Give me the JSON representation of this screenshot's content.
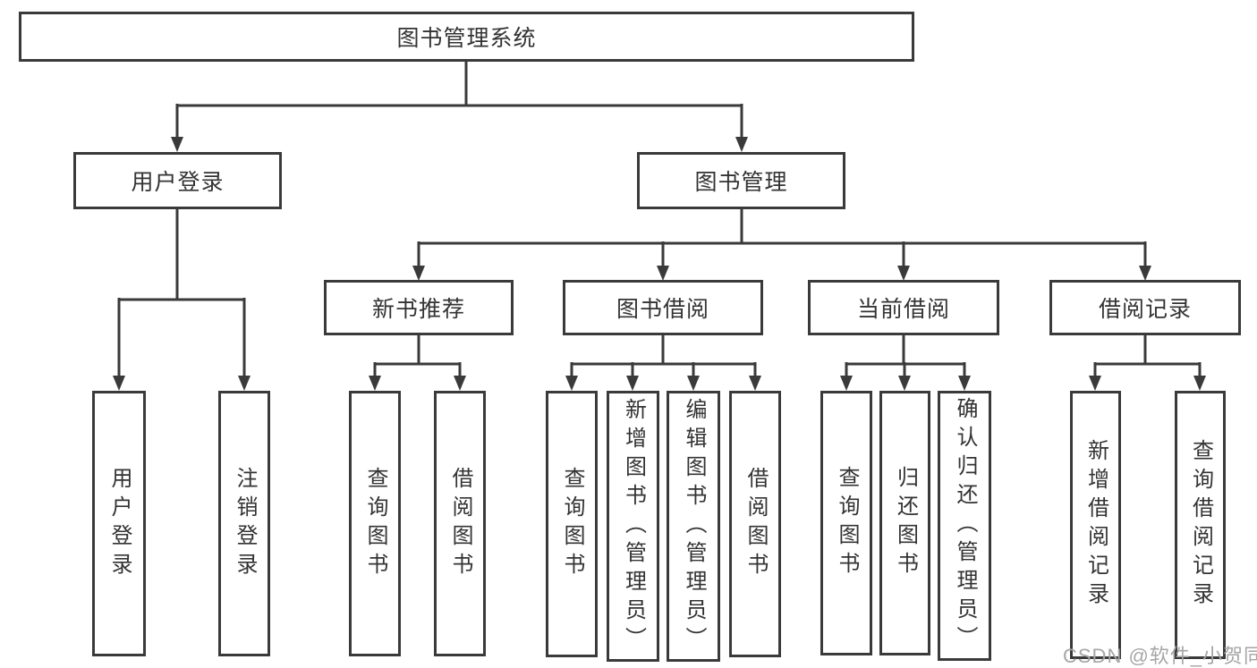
{
  "tree": {
    "label": "图书管理系统",
    "children": [
      {
        "label": "用户登录",
        "children": [
          {
            "label": "用户登录"
          },
          {
            "label": "注销登录"
          }
        ]
      },
      {
        "label": "图书管理",
        "children": [
          {
            "label": "新书推荐",
            "children": [
              {
                "label": "查询图书"
              },
              {
                "label": "借阅图书"
              }
            ]
          },
          {
            "label": "图书借阅",
            "children": [
              {
                "label": "查询图书"
              },
              {
                "label": "新增图书（管理员）"
              },
              {
                "label": "编辑图书（管理员）"
              },
              {
                "label": "借阅图书"
              }
            ]
          },
          {
            "label": "当前借阅",
            "children": [
              {
                "label": "查询图书"
              },
              {
                "label": "归还图书"
              },
              {
                "label": "确认归还（管理员）"
              }
            ]
          },
          {
            "label": "借阅记录",
            "children": [
              {
                "label": "新增借阅记录"
              },
              {
                "label": "查询借阅记录"
              }
            ]
          }
        ]
      }
    ]
  },
  "watermark": {
    "text": "CSDN @软件_小贺同学"
  },
  "colors": {
    "line": "#3a3a3a",
    "box_border": "#3a3a3a",
    "text": "#333333",
    "watermark": "#a6a6a6",
    "background": "#ffffff"
  }
}
